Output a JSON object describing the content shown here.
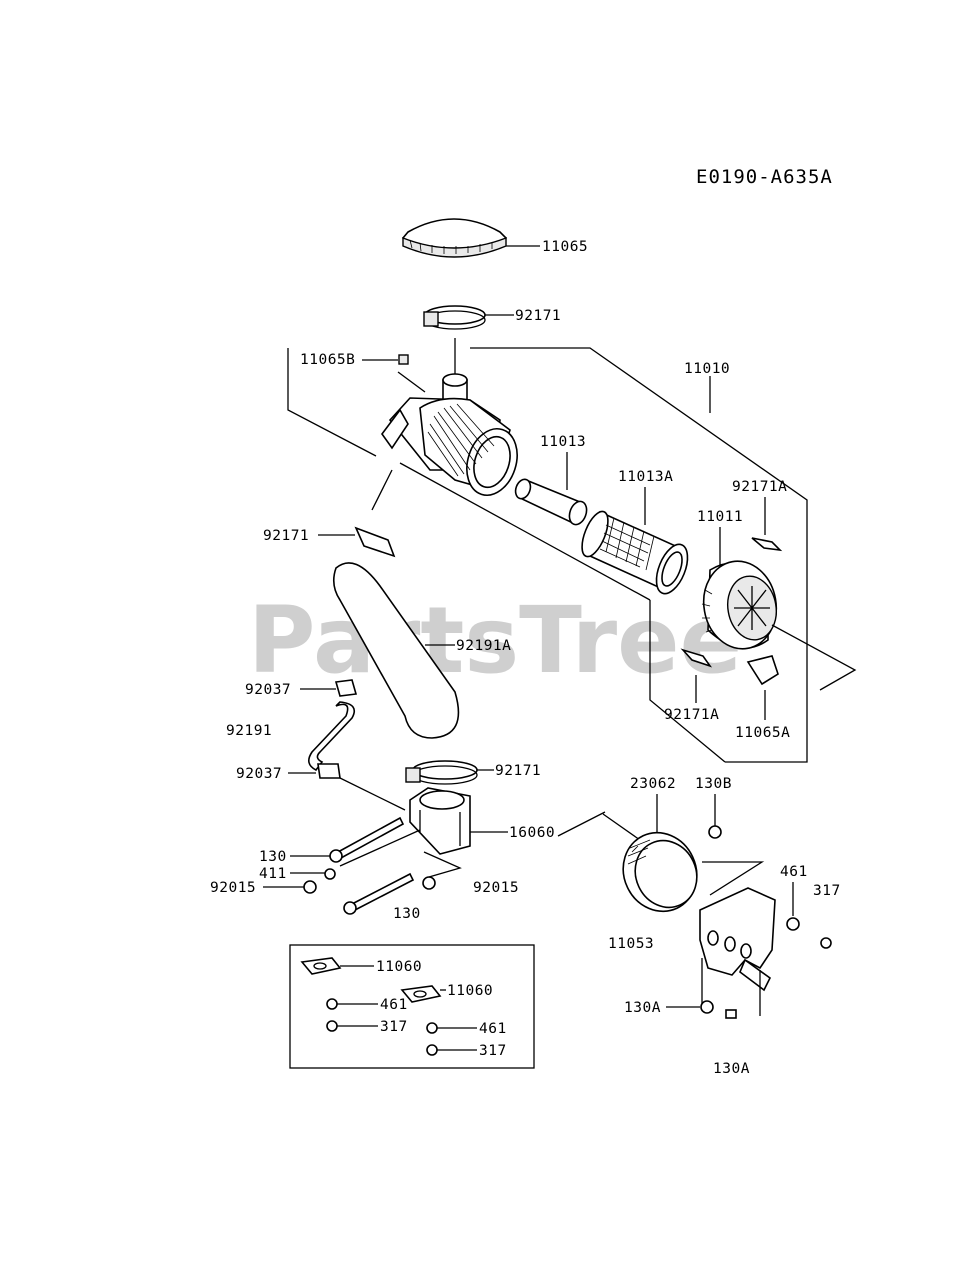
{
  "diagram_code": "E0190-A635A",
  "watermark": "PartsTree",
  "parts": {
    "p11065": "11065",
    "p92171_top": "92171",
    "p11065B": "11065B",
    "p11010": "11010",
    "p11013": "11013",
    "p11013A": "11013A",
    "p92171A_top": "92171A",
    "p11011": "11011",
    "p92171_hose": "92171",
    "p92191A": "92191A",
    "p92037_top": "92037",
    "p92191": "92191",
    "p92171IA": "92171A",
    "p11065A": "11065A",
    "p92037_bot": "92037",
    "p92171_mid": "92171",
    "p23062": "23062",
    "p130B": "130B",
    "p16060": "16060",
    "p130_a": "130",
    "p411": "411",
    "p92015_left": "92015",
    "p92015_right": "92015",
    "p130_b": "130",
    "p461_right": "461",
    "p317_right": "317",
    "p11053": "11053",
    "p11060": "11060",
    "p11060_b": "11060",
    "p461_box1": "461",
    "p317_box1": "317",
    "p461_box2": "461",
    "p317_box2": "317",
    "p130A_a": "130A",
    "p130A_b": "130A"
  }
}
